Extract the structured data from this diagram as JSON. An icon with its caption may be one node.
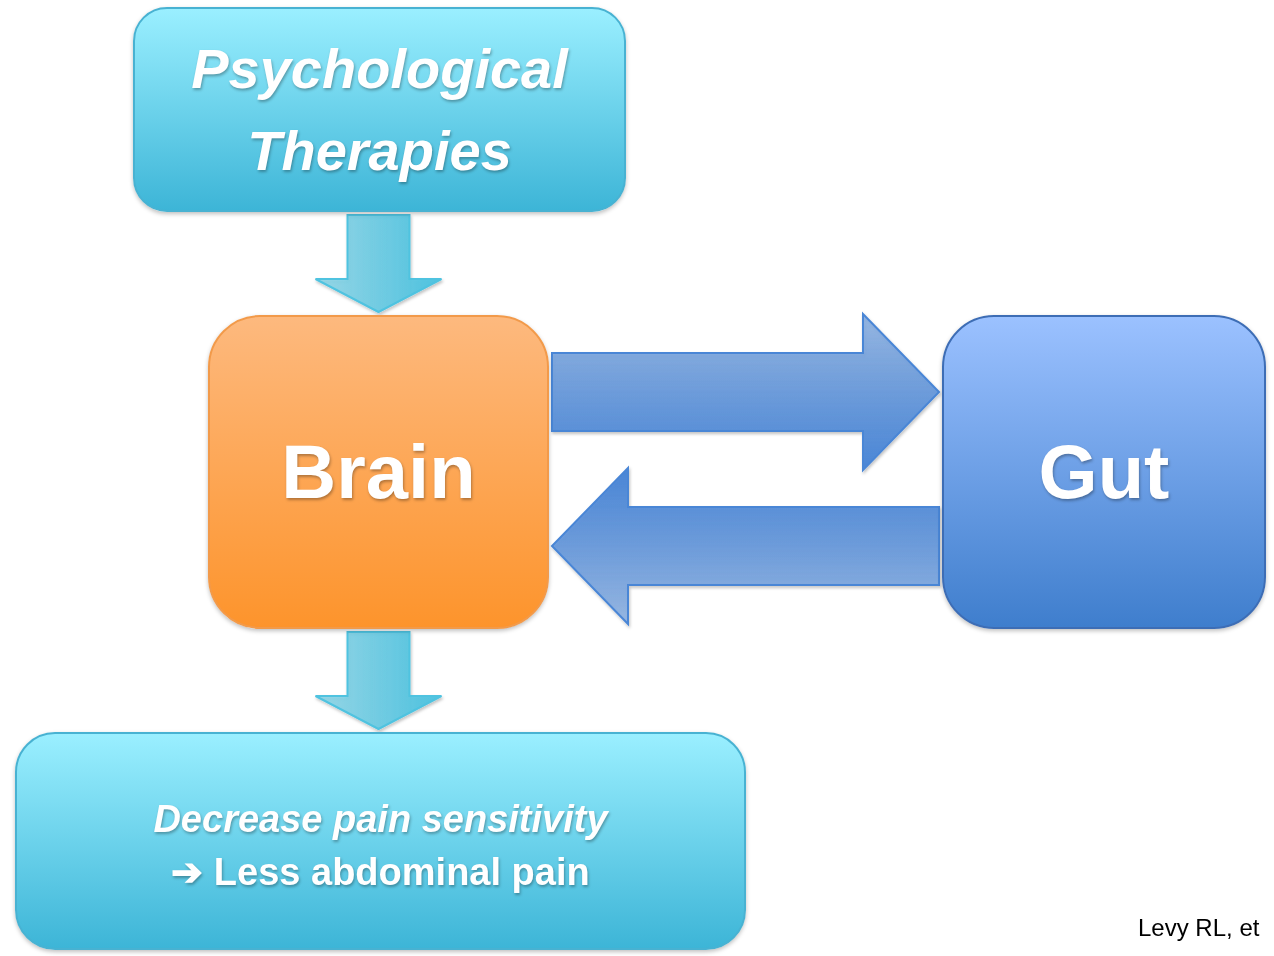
{
  "diagram": {
    "nodes": [
      {
        "text": [
          "Psychological Therapies"
        ]
      },
      {
        "text": [
          "Brain"
        ]
      },
      {
        "text": [
          "Gut"
        ]
      },
      {
        "text": [
          "Decrease pain sensitivity",
          "➔ Less abdominal pain"
        ]
      }
    ],
    "edges": [
      {
        "from": 0,
        "to": 1,
        "arrow": "to",
        "color": "#4fc3e0"
      },
      {
        "from": 1,
        "to": 2,
        "arrow": "to"
      },
      {
        "from": 2,
        "to": 1,
        "arrow": "to"
      },
      {
        "from": 1,
        "to": 3,
        "arrow": "to",
        "color": "#4fc3e0"
      }
    ],
    "labels": [
      "Levy RL, et"
    ]
  }
}
